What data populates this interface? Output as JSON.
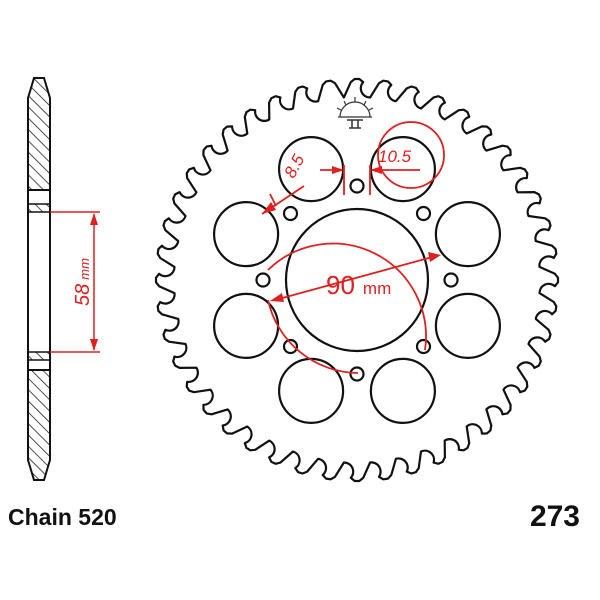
{
  "chain_label": "Chain 520",
  "part_number": "273",
  "dimensions": {
    "bolt_hole": "8.5",
    "centre_hole": "10.5",
    "pitch_circle_value": "90",
    "pitch_circle_unit": "mm",
    "offset_value": "58",
    "offset_unit": "mm"
  },
  "colors": {
    "outline": "#111111",
    "dimension": "#e0201e"
  },
  "icons": [
    "logo-mark-icon"
  ]
}
